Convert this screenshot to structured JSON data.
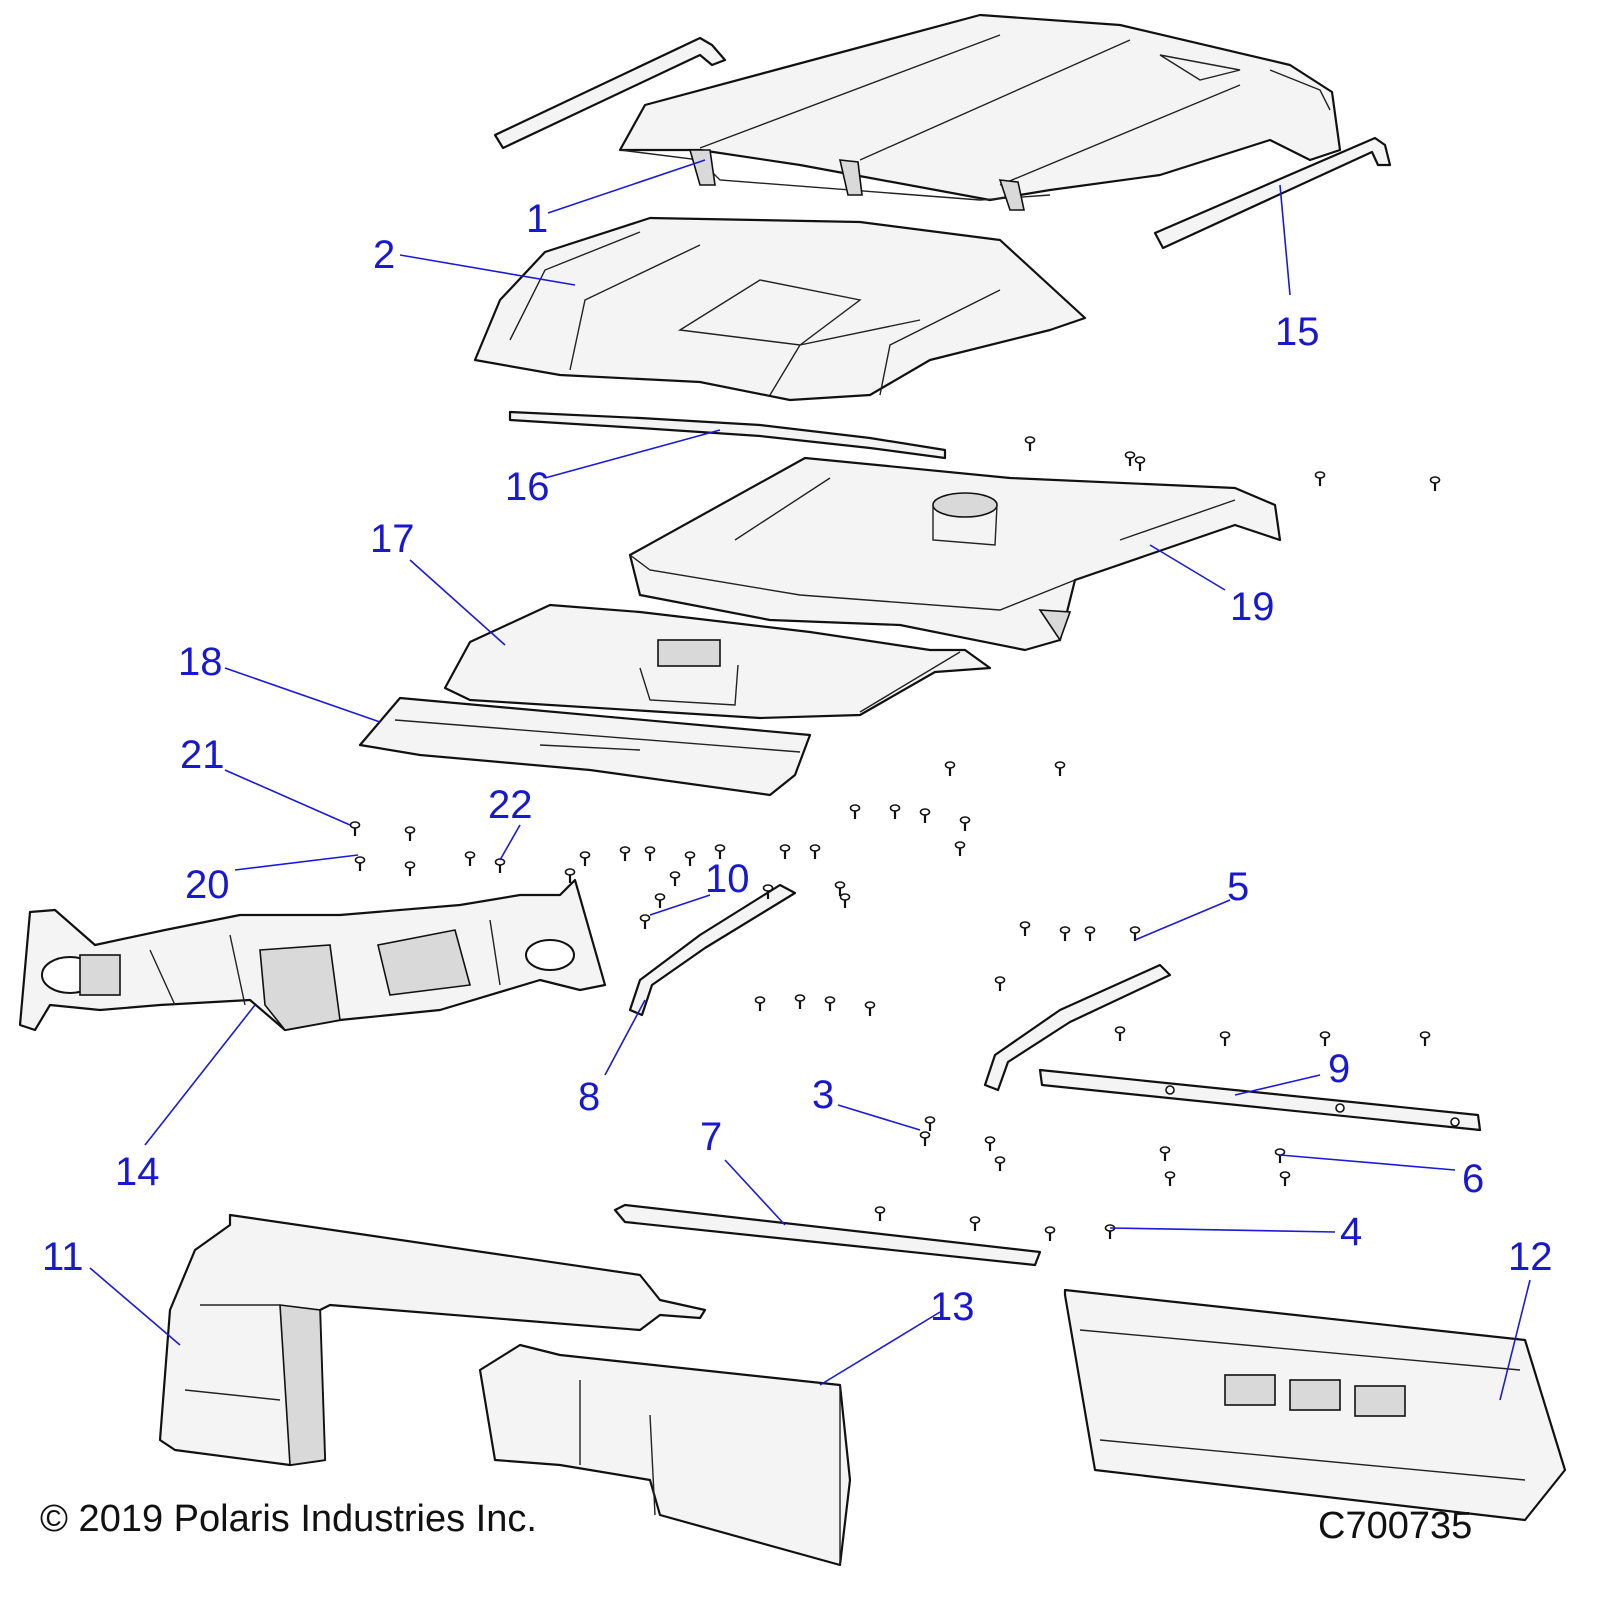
{
  "diagram": {
    "callouts": [
      "1",
      "2",
      "3",
      "4",
      "5",
      "6",
      "7",
      "8",
      "9",
      "10",
      "11",
      "12",
      "13",
      "14",
      "15",
      "16",
      "17",
      "18",
      "19",
      "20",
      "21",
      "22"
    ],
    "copyright": "© 2019 Polaris Industries Inc.",
    "drawing_number": "C700735"
  }
}
